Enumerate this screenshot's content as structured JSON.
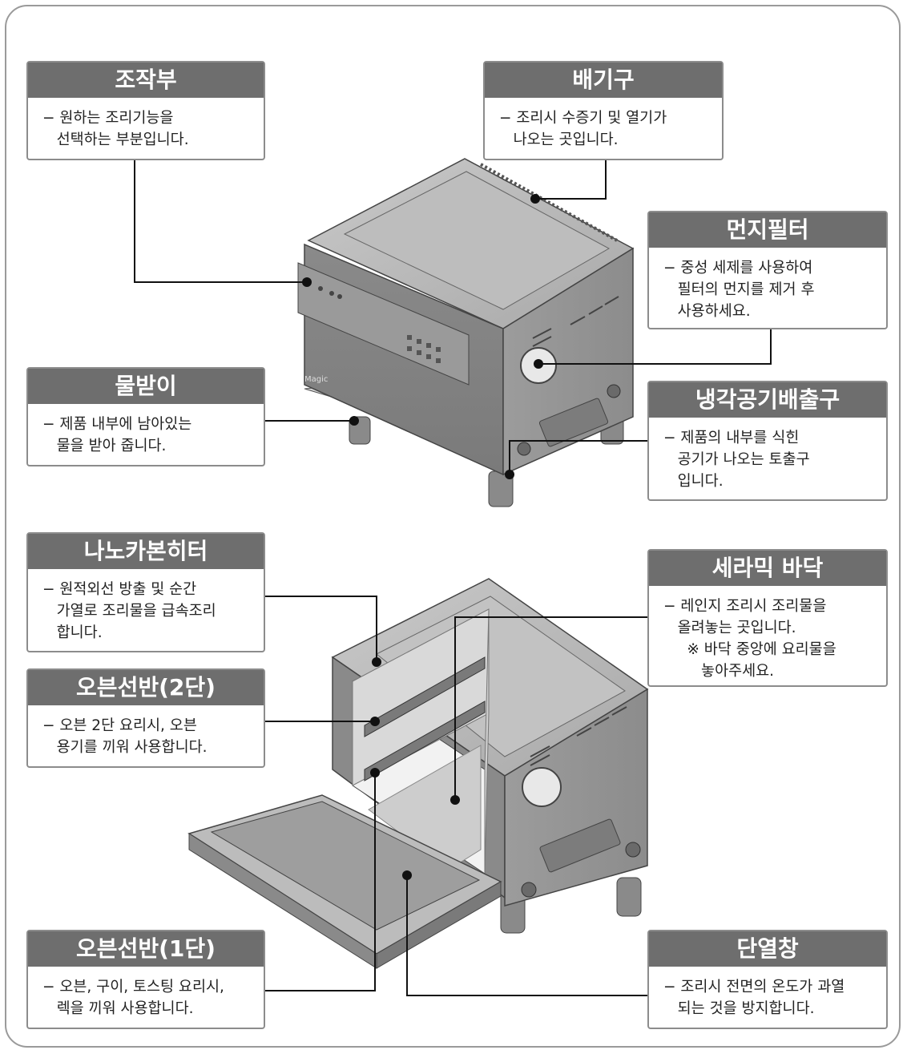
{
  "callouts": {
    "control": {
      "title": "조작부",
      "lines": [
        "− 원하는 조리기능을",
        "   선택하는 부분입니다."
      ]
    },
    "exhaust": {
      "title": "배기구",
      "lines": [
        "− 조리시 수증기 및 열기가",
        "   나오는 곳입니다."
      ]
    },
    "dustfilter": {
      "title": "먼지필터",
      "lines": [
        "− 중성 세제를 사용하여",
        "   필터의 먼지를 제거 후",
        "   사용하세요."
      ]
    },
    "drip": {
      "title": "물받이",
      "lines": [
        "− 제품 내부에 남아있는",
        "   물을 받아 줍니다."
      ]
    },
    "cooling": {
      "title": "냉각공기배출구",
      "lines": [
        "− 제품의 내부를 식힌",
        "   공기가 나오는 토출구",
        "   입니다."
      ]
    },
    "heater": {
      "title": "나노카본히터",
      "lines": [
        "− 원적외선 방출 및 순간",
        "   가열로 조리물을 급속조리",
        "   합니다."
      ]
    },
    "ceramic": {
      "title": "세라믹 바닥",
      "lines": [
        "− 레인지 조리시 조리물을",
        "   올려놓는 곳입니다.",
        "     ※ 바닥 중앙에 요리물을",
        "        놓아주세요."
      ]
    },
    "rack2": {
      "title": "오븐선반(2단)",
      "lines": [
        "− 오븐 2단 요리시, 오븐",
        "   용기를 끼워 사용합니다."
      ]
    },
    "rack1": {
      "title": "오븐선반(1단)",
      "lines": [
        "− 오븐, 구이, 토스팅 요리시,",
        "   렉을 끼워 사용합니다."
      ]
    },
    "window": {
      "title": "단열창",
      "lines": [
        "− 조리시 전면의 온도가 과열",
        "   되는 것을 방지합니다."
      ]
    }
  },
  "product": {
    "brand_mark": "Magic"
  },
  "colors": {
    "header_bg": "#6e6e6e",
    "border": "#8c8c8c",
    "body_shade": "#9a9a9a"
  }
}
